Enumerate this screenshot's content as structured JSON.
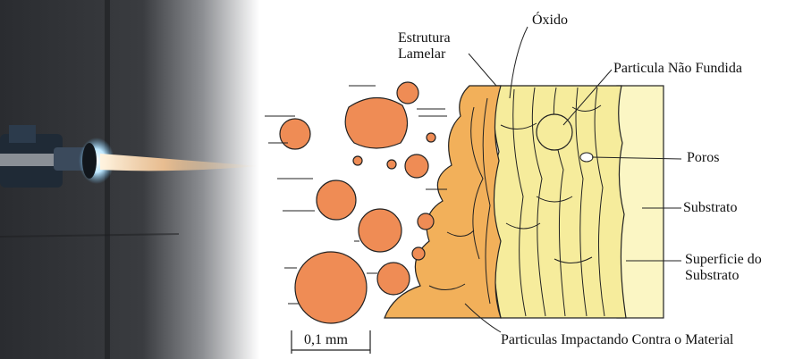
{
  "labels": {
    "oxide": "Óxido",
    "lamellar_structure": "Estrutura Lamelar",
    "unmelted_particle": "Particula Não Fundida",
    "pores": "Poros",
    "substrate": "Substrato",
    "substrate_surface": "Superficie do Substrato",
    "impacting_particles": "Particulas Impactando Contra o Material",
    "scale_bar": "0,1 mm"
  },
  "colors": {
    "particle": "#ef8c55",
    "splat_layer": "#f2b05a",
    "coating": "#f6ec9c",
    "substrate": "#fbf6c4",
    "outline": "#222222",
    "flame": "#f8d7a8",
    "torch_glow": "#bfe8ff"
  },
  "photo": {
    "subject": "thermal-spray-torch-photo",
    "icon": "spray-torch-icon"
  }
}
